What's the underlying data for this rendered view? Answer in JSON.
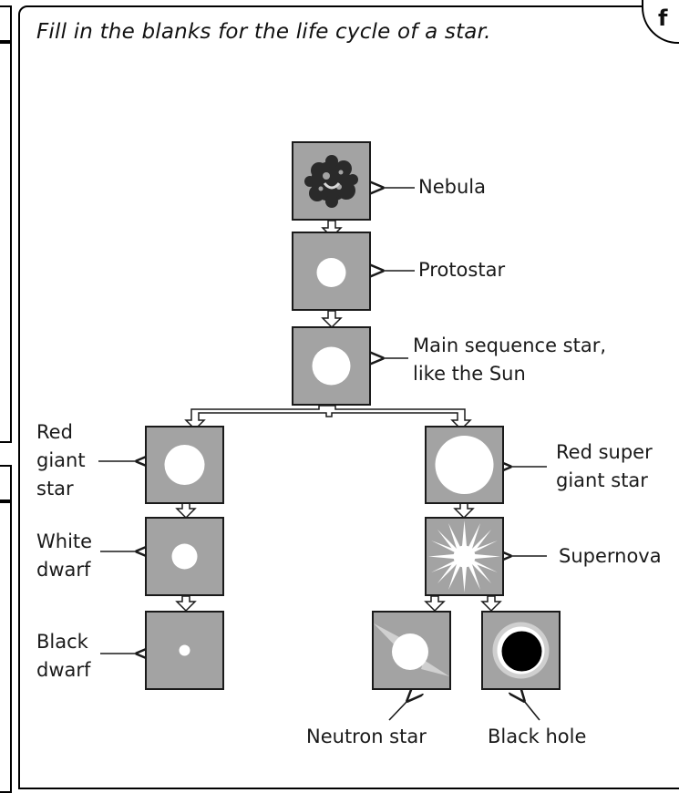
{
  "worksheet": {
    "corner_letter": "f",
    "instruction": "Fill in the blanks for the life cycle of a star."
  },
  "stages": {
    "nebula": "Nebula",
    "protostar": "Protostar",
    "main_sequence_line1": "Main sequence star,",
    "main_sequence_line2": "like the Sun",
    "red_giant_line1": "Red",
    "red_giant_line2": "giant",
    "red_giant_line3": "star",
    "red_super_giant_line1": "Red super",
    "red_super_giant_line2": "giant star",
    "white_dwarf_line1": "White",
    "white_dwarf_line2": "dwarf",
    "supernova": "Supernova",
    "black_dwarf_line1": "Black",
    "black_dwarf_line2": "dwarf",
    "neutron_star": "Neutron star",
    "black_hole": "Black hole"
  },
  "colors": {
    "box_fill": "#a3a3a3",
    "star_fill": "#ffffff",
    "outline": "#1a1a1a"
  }
}
